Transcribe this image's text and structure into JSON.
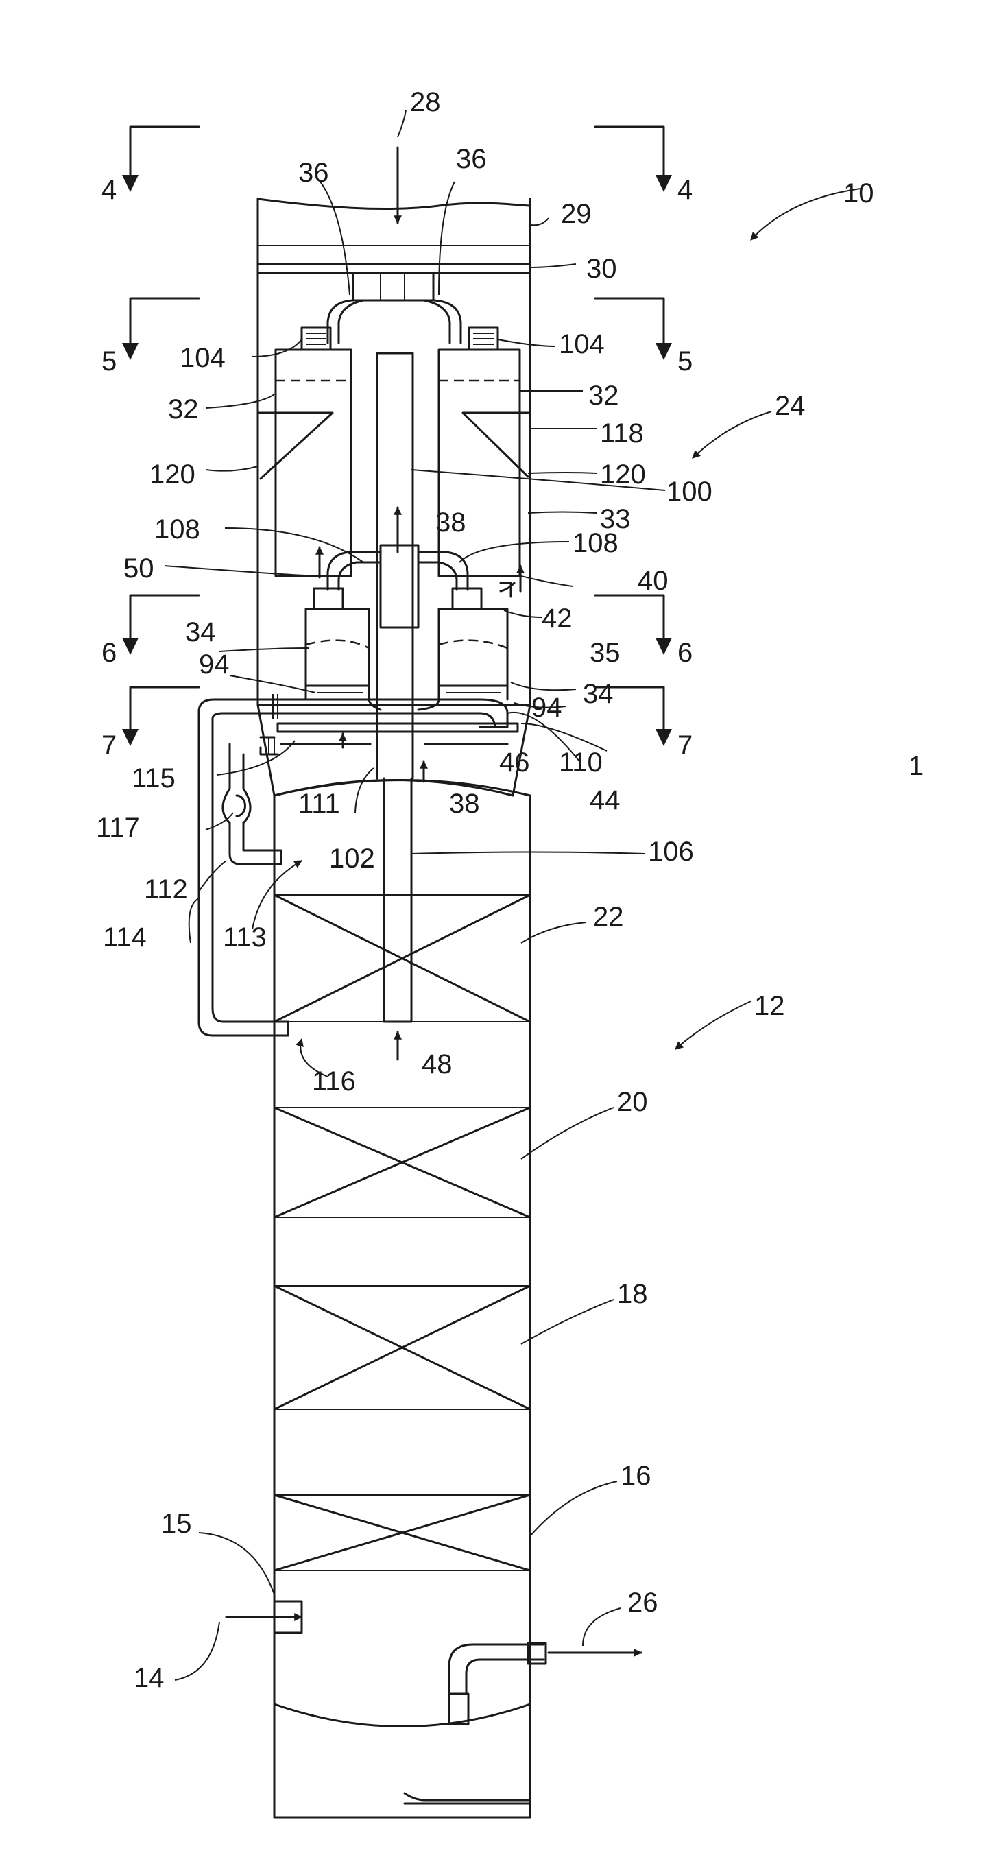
{
  "labels": {
    "n1": "1",
    "n4a": "4",
    "n4b": "4",
    "n5a": "5",
    "n5b": "5",
    "n6a": "6",
    "n6b": "6",
    "n7a": "7",
    "n7b": "7",
    "n10": "10",
    "n12": "12",
    "n14": "14",
    "n15": "15",
    "n16": "16",
    "n18": "18",
    "n20": "20",
    "n22": "22",
    "n24": "24",
    "n26": "26",
    "n28": "28",
    "n29": "29",
    "n30": "30",
    "n32a": "32",
    "n32b": "32",
    "n33": "33",
    "n34a": "34",
    "n34b": "34",
    "n35": "35",
    "n36a": "36",
    "n36b": "36",
    "n38a": "38",
    "n38b": "38",
    "n40": "40",
    "n42": "42",
    "n44": "44",
    "n46": "46",
    "n48": "48",
    "n50": "50",
    "n94a": "94",
    "n94b": "94",
    "n100": "100",
    "n102": "102",
    "n104a": "104",
    "n104b": "104",
    "n106": "106",
    "n108a": "108",
    "n108b": "108",
    "n110": "110",
    "n111": "111",
    "n112": "112",
    "n113": "113",
    "n114": "114",
    "n115": "115",
    "n116": "116",
    "n117": "117",
    "n118": "118",
    "n120a": "120",
    "n120b": "120"
  }
}
